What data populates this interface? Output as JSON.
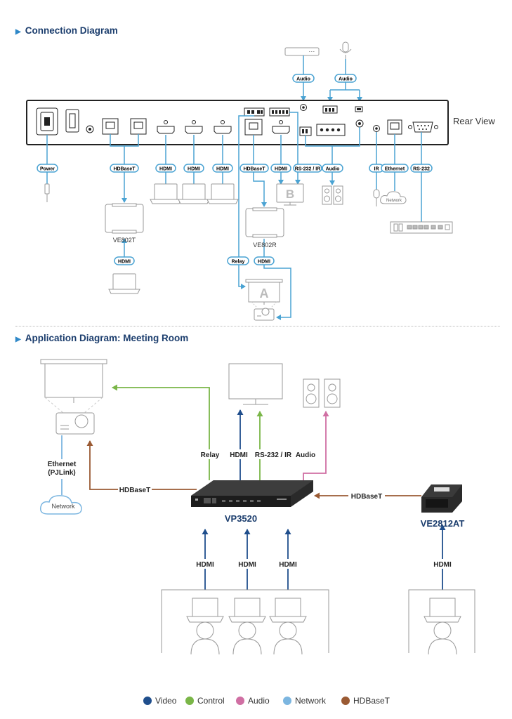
{
  "sections": {
    "connection_title": "Connection Diagram",
    "application_title": "Application Diagram: Meeting Room"
  },
  "connection": {
    "rear_view": "Rear View",
    "pills": {
      "audio_top_left": "Audio",
      "audio_top_right": "Audio",
      "power": "Power",
      "hdbaset_left": "HDBaseT",
      "hdmi_1": "HDMI",
      "hdmi_2": "HDMI",
      "hdmi_3": "HDMI",
      "hdbaset_right": "HDBaseT",
      "hdmi_out": "HDMI",
      "rs232_ir": "RS-232 / IR",
      "audio_out": "Audio",
      "ir": "IR",
      "ethernet": "Ethernet",
      "rs232": "RS-232",
      "hdmi_ve802t": "HDMI",
      "relay": "Relay",
      "hdmi_ve802r": "HDMI"
    },
    "device_labels": {
      "ve802t": "VE802T",
      "ve802r": "VE802R",
      "display_b": "B",
      "screen_a": "A",
      "network": "Network"
    }
  },
  "application": {
    "labels": {
      "relay": "Relay",
      "hdmi_out": "HDMI",
      "rs232_ir": "RS-232 / IR",
      "audio": "Audio",
      "ethernet_line1": "Ethernet",
      "ethernet_line2": "(PJLink)",
      "network": "Network",
      "hdbaset_left": "HDBaseT",
      "hdbaset_right": "HDBaseT",
      "vp3520": "VP3520",
      "ve2812at": "VE2812AT",
      "hdmi_in_1": "HDMI",
      "hdmi_in_2": "HDMI",
      "hdmi_in_3": "HDMI",
      "hdmi_in_4": "HDMI"
    },
    "legend": [
      {
        "label": "Video",
        "color": "#1f4e8c"
      },
      {
        "label": "Control",
        "color": "#7ab648"
      },
      {
        "label": "Audio",
        "color": "#d06fa3"
      },
      {
        "label": "Network",
        "color": "#7cb6e0"
      },
      {
        "label": "HDBaseT",
        "color": "#9a5a33"
      }
    ]
  },
  "colors": {
    "title": "#1b3d6d",
    "connection_line": "#4aa3d3",
    "video": "#1f4e8c",
    "control": "#7ab648",
    "audio": "#d06fa3",
    "network": "#7cb6e0",
    "hdbaset": "#9a5a33"
  }
}
